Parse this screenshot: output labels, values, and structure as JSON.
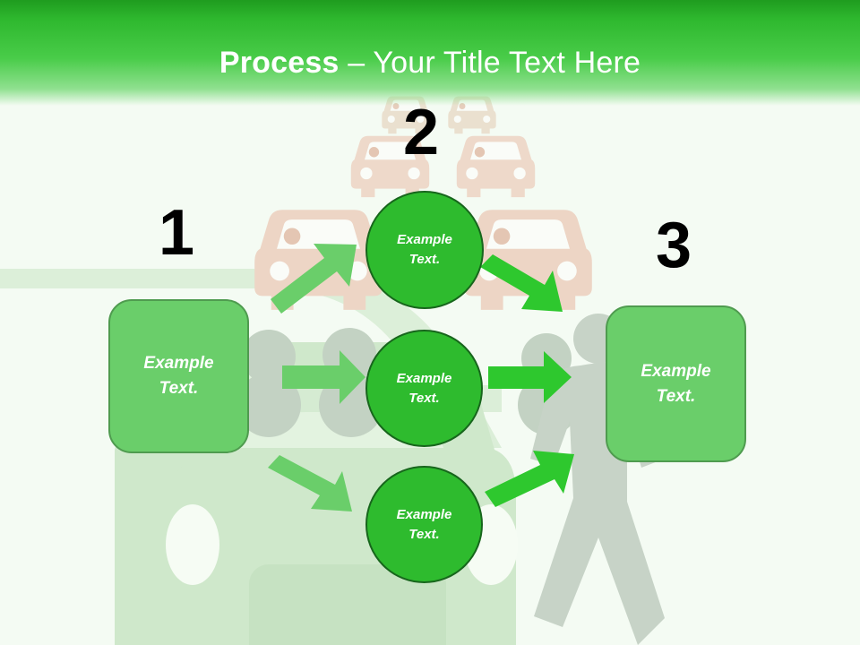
{
  "slide": {
    "background_color": "#f4fbf3",
    "header": {
      "title_strong": "Process",
      "title_light": "– Your Title Text Here",
      "bar_color_top": "#1f9c1f",
      "bar_color_bottom": "#8fe08f",
      "title_color": "#ffffff"
    },
    "theme": {
      "box_fill": "#6ace6a",
      "box_stroke": "#4f9b4f",
      "circle_fill": "#2ebb2e",
      "circle_stroke": "#17661c",
      "arrow_light": "#6ace6a",
      "arrow_bright": "#2ec82e",
      "number_color": "#000000",
      "car_icon_color": "#edd5c5",
      "pedestrian_color": "#c7d3c7",
      "big_car_color": "#cfe8cb"
    }
  },
  "steps": [
    {
      "number": "1",
      "label_line1": "Example",
      "label_line2": "Text.",
      "shape": "rounded-box"
    },
    {
      "number": "2",
      "label_line1": "Example",
      "label_line2": "Text.",
      "shape": "circle"
    },
    {
      "number": "3",
      "label_line1": "Example",
      "label_line2": "Text.",
      "shape": "rounded-box"
    }
  ],
  "stage_nodes": [
    {
      "id": "left-box",
      "line1": "Example",
      "line2": "Text."
    },
    {
      "id": "top-circle",
      "line1": "Example",
      "line2": "Text."
    },
    {
      "id": "mid-circle",
      "line1": "Example",
      "line2": "Text."
    },
    {
      "id": "bot-circle",
      "line1": "Example",
      "line2": "Text."
    },
    {
      "id": "right-box",
      "line1": "Example",
      "line2": "Text."
    }
  ],
  "arrows": [
    {
      "id": "left-to-top",
      "direction": "up-right",
      "color": "#6ace6a"
    },
    {
      "id": "left-to-mid",
      "direction": "right",
      "color": "#6ace6a"
    },
    {
      "id": "left-to-bottom",
      "direction": "down-right",
      "color": "#6ace6a"
    },
    {
      "id": "top-to-right",
      "direction": "down-right",
      "color": "#2ec82e"
    },
    {
      "id": "mid-to-right",
      "direction": "right",
      "color": "#2ec82e"
    },
    {
      "id": "bottom-to-right",
      "direction": "up-right",
      "color": "#2ec82e"
    }
  ],
  "background_art": {
    "car_icons": "car-front-icon",
    "pedestrian": "walking-person-icon",
    "large_car": "car-front-large-icon",
    "crowd": "crowd-silhouette-icon"
  }
}
